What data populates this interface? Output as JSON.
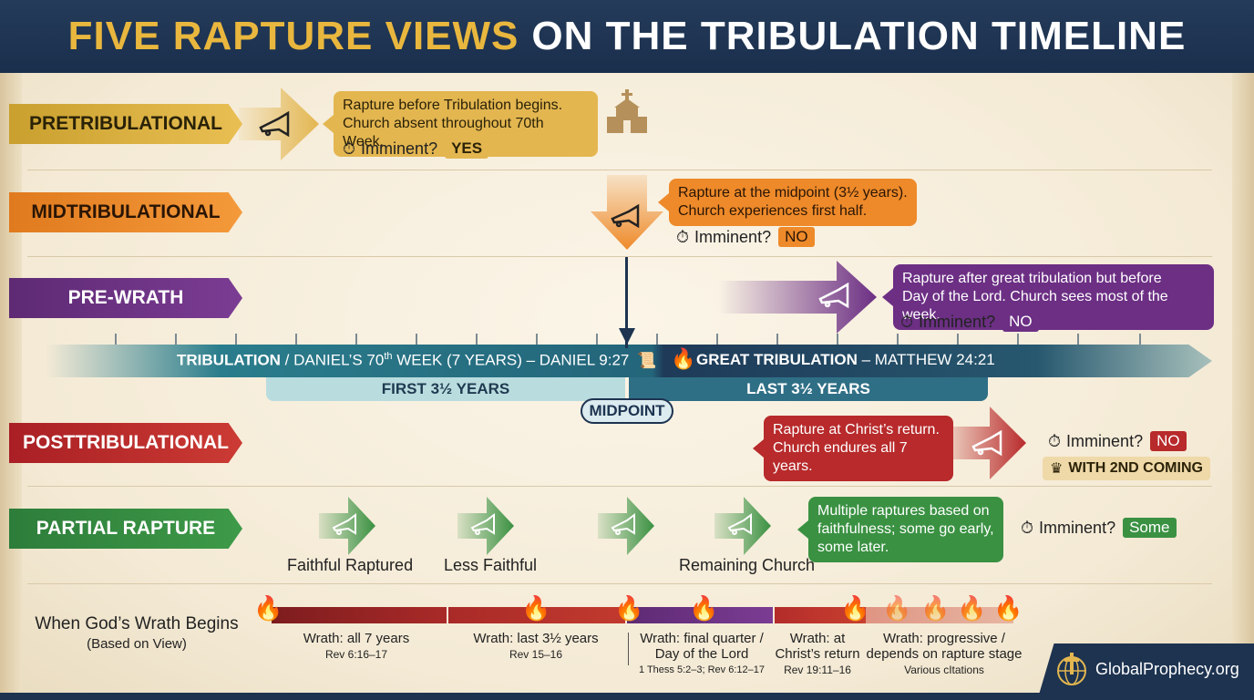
{
  "header": {
    "title_highlight": "FIVE RAPTURE VIEWS",
    "title_rest": "ON THE TRIBULATION TIMELINE"
  },
  "views": {
    "pretrib": {
      "label": "PRETRIBULATIONAL",
      "desc_line1": "Rapture before Tribulation begins.",
      "desc_line2": "Church absent throughout 70th Week.",
      "imminent_label": "Imminent?",
      "imminent_value": "YES"
    },
    "midtrib": {
      "label": "MIDTRIBULATIONAL",
      "desc_line1": "Rapture at the midpoint (3½ years).",
      "desc_line2": "Church experiences first half.",
      "imminent_label": "Imminent?",
      "imminent_value": "NO"
    },
    "prewrath": {
      "label": "PRE-WRATH",
      "desc_line1": "Rapture after great tribulation but before",
      "desc_line2": "Day of the Lord. Church sees most of the week.",
      "imminent_label": "Imminent?",
      "imminent_value": "NO"
    },
    "posttrib": {
      "label": "POSTTRIBULATIONAL",
      "desc_line1": "Rapture at Christ’s return.",
      "desc_line2": "Church endures all 7 years.",
      "imminent_label": "Imminent?",
      "imminent_value": "NO",
      "extra": "WITH 2ND COMING"
    },
    "partial": {
      "label": "PARTIAL RAPTURE",
      "desc_line1": "Multiple raptures based on",
      "desc_line2": "faithfulness; some go early,",
      "desc_line3": "some later.",
      "imminent_label": "Imminent?",
      "imminent_value": "Some",
      "stage1": "Faithful Raptured",
      "stage2": "Less Faithful",
      "stage3": "Remaining Church"
    }
  },
  "timeline": {
    "left_bold": "TRIBULATION",
    "left_sep": " / DANIEL’S 70",
    "left_sup": "th",
    "left_rest": " WEEK (7 YEARS) – DANIEL 9:27",
    "right_bold": "GREAT TRIBULATION",
    "right_rest": " – MATTHEW 24:21",
    "first_half": "FIRST 3½ YEARS",
    "last_half": "LAST 3½ YEARS",
    "midpoint": "MIDPOINT"
  },
  "wrath": {
    "title": "When God’s Wrath Begins",
    "subtitle": "(Based on View)",
    "items": [
      {
        "label": "Wrath: all 7 years",
        "ref": "Rev 6:16–17"
      },
      {
        "label": "Wrath: last 3½ years",
        "ref": "Rev 15–16"
      },
      {
        "label": "Wrath: final quarter /",
        "label2": "Day of the Lord",
        "ref": "1 Thess 5:2–3; Rev 6:12–17"
      },
      {
        "label": "Wrath: at",
        "label2": "Christ’s return",
        "ref": "Rev 19:11–16"
      },
      {
        "label": "Wrath: progressive /",
        "label2": "depends on rapture stage",
        "ref": "Various cItations"
      }
    ]
  },
  "brand": {
    "text": "GlobalProphecy.org"
  },
  "colors": {
    "navy": "#1d3350",
    "gold": "#e3b650",
    "orange": "#ee8a2a",
    "purple": "#6c2f84",
    "red": "#b82a2b",
    "green": "#3a9142",
    "teal": "#2a7d8c"
  },
  "icons": [
    "trumpet-icon",
    "church-icon",
    "stopwatch-icon",
    "scroll-icon",
    "flame-icon",
    "crown-icon",
    "globe-cross-icon"
  ]
}
